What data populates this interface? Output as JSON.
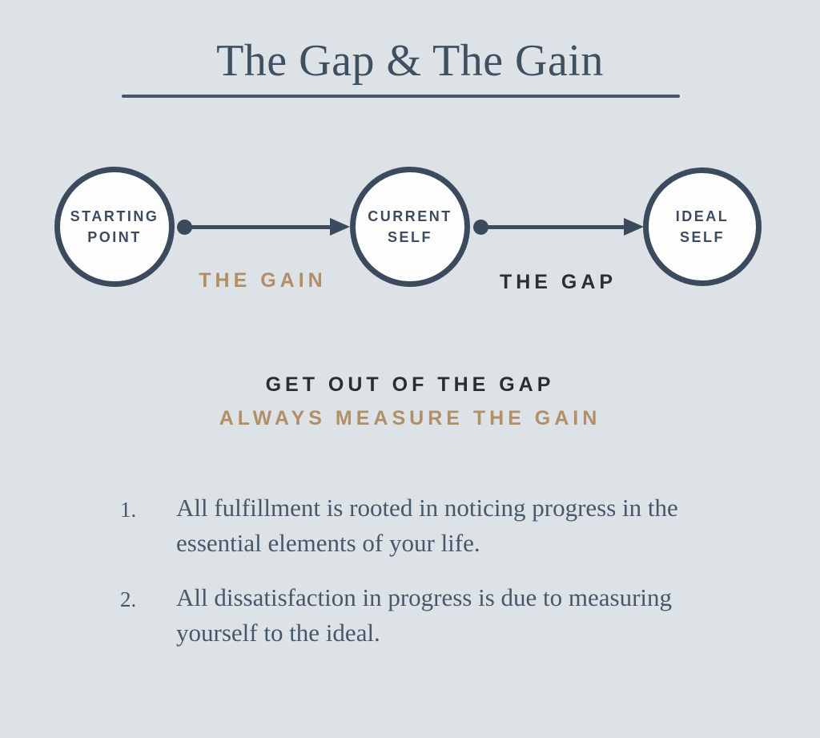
{
  "colors": {
    "background": "#dde2e6",
    "slate": "#3b4a5c",
    "title_text": "#3f5063",
    "body_text": "#46586c",
    "gold_accent": "#b18e63",
    "dark_accent": "#2b2e35",
    "circle_fill": "#fdfdfe"
  },
  "title": {
    "text": "The Gap & The Gain"
  },
  "diagram": {
    "nodes": [
      {
        "line1": "STARTING",
        "line2": "POINT"
      },
      {
        "line1": "CURRENT",
        "line2": "SELF"
      },
      {
        "line1": "IDEAL",
        "line2": "SELF"
      }
    ],
    "connectors": [
      {
        "label": "THE GAIN",
        "color": "#b18e63"
      },
      {
        "label": "THE GAP",
        "color": "#2b2e35"
      }
    ]
  },
  "slogan": {
    "line1": "GET OUT OF THE GAP",
    "line2": "ALWAYS MEASURE THE GAIN"
  },
  "list": {
    "items": [
      {
        "number": "1.",
        "text": "All fulfillment is rooted in noticing progress in the essential elements of your life."
      },
      {
        "number": "2.",
        "text": "All dissatisfaction in progress is due to measuring yourself to the ideal."
      }
    ]
  }
}
